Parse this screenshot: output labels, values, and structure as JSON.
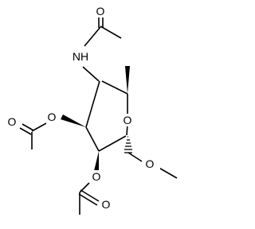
{
  "structure": {
    "atoms": {
      "ring_oxygen": "O",
      "acetyl_carbonyl_oxygen_top": "O",
      "amide_nitrogen": "NH",
      "ester_oxygen_c3": "O",
      "acetyl_carbonyl_oxygen_left": "O",
      "ester_oxygen_c2": "O",
      "methoxy_oxygen": "O",
      "acetyl_carbonyl_oxygen_bottom": "O"
    }
  },
  "colors": {
    "bonds": "#000000",
    "labels": "#000000",
    "background": "#ffffff"
  }
}
